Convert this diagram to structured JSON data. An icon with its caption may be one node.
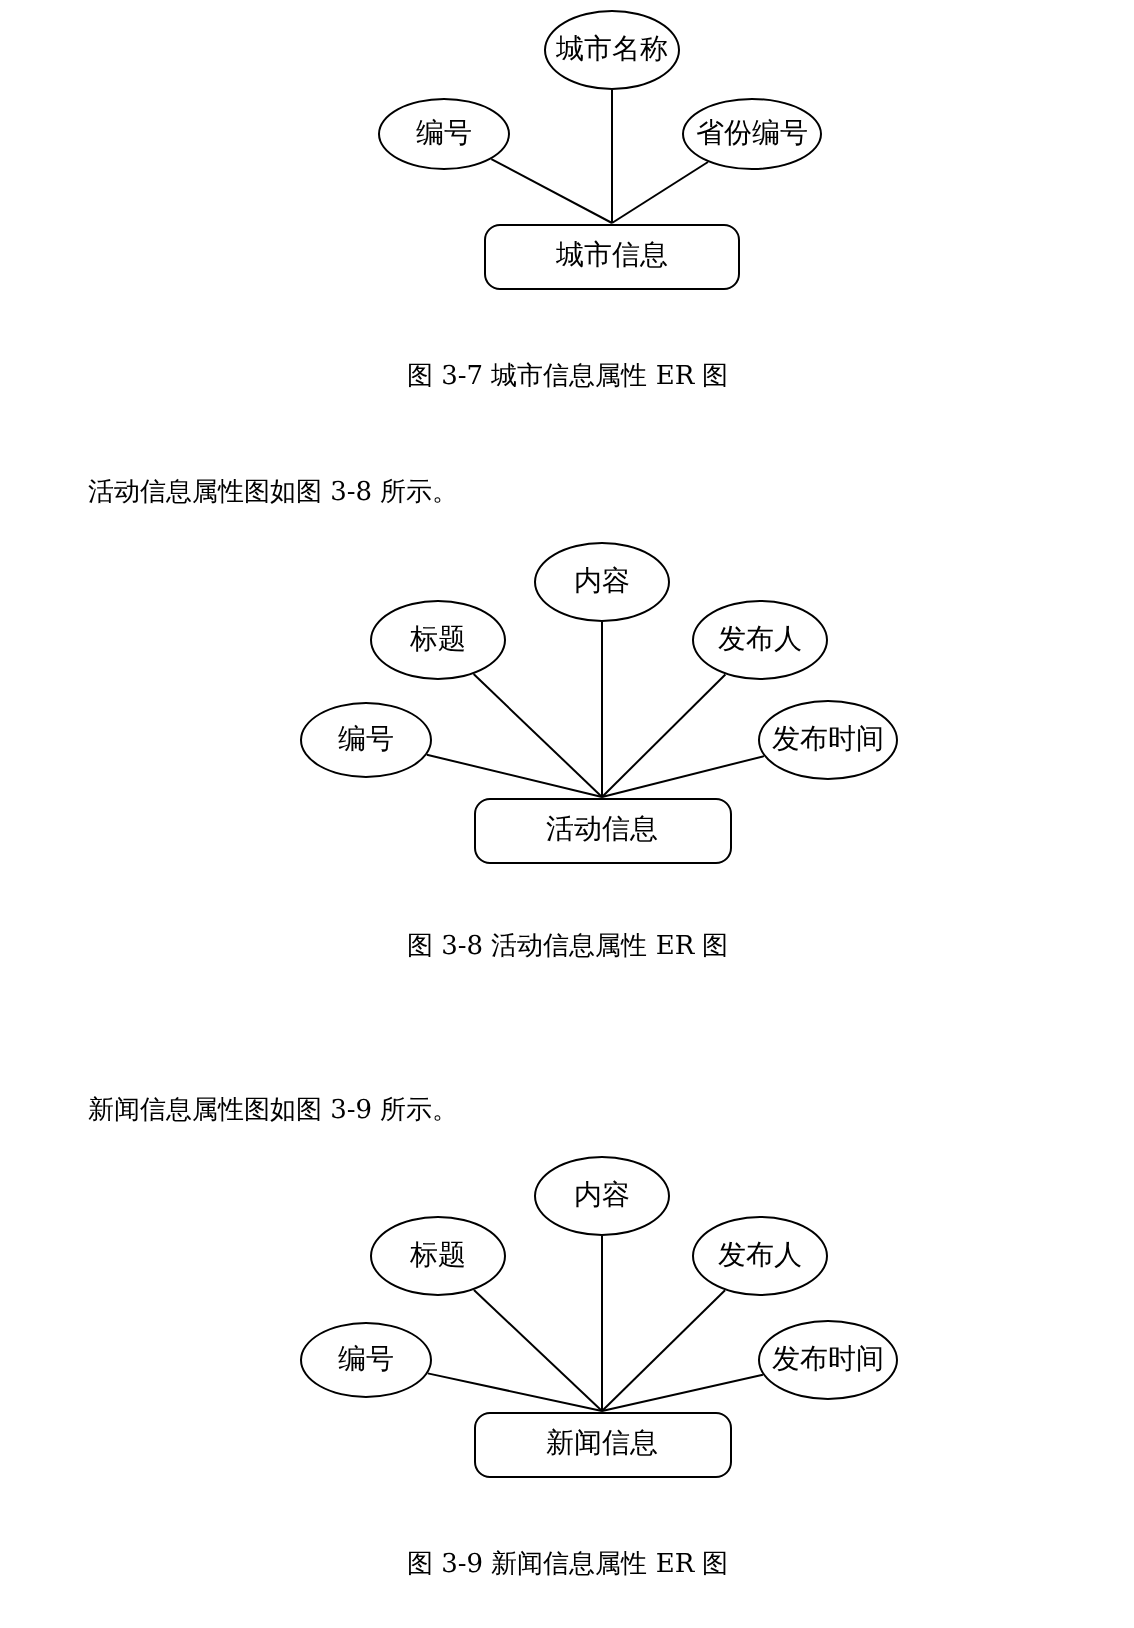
{
  "diagram": {
    "nodes": [
      {
        "text": [
          "城市名称"
        ]
      },
      {
        "text": [
          "编号"
        ]
      },
      {
        "text": [
          "省份编号"
        ]
      },
      {
        "text": [
          "城市信息"
        ]
      },
      {
        "text": [
          "内容"
        ]
      },
      {
        "text": [
          "标题"
        ]
      },
      {
        "text": [
          "发布人"
        ]
      },
      {
        "text": [
          "编号"
        ]
      },
      {
        "text": [
          "发布时间"
        ]
      },
      {
        "text": [
          "活动信息"
        ]
      },
      {
        "text": [
          "内容"
        ]
      },
      {
        "text": [
          "标题"
        ]
      },
      {
        "text": [
          "发布人"
        ]
      },
      {
        "text": [
          "编号"
        ]
      },
      {
        "text": [
          "发布时间"
        ]
      },
      {
        "text": [
          "新闻信息"
        ]
      }
    ],
    "edges": [
      {
        "from": 0,
        "to": 3,
        "arrow": "none"
      },
      {
        "from": 1,
        "to": 3,
        "arrow": "none"
      },
      {
        "from": 2,
        "to": 3,
        "arrow": "none"
      },
      {
        "from": 4,
        "to": 9,
        "arrow": "none"
      },
      {
        "from": 5,
        "to": 9,
        "arrow": "none"
      },
      {
        "from": 6,
        "to": 9,
        "arrow": "none"
      },
      {
        "from": 7,
        "to": 9,
        "arrow": "none"
      },
      {
        "from": 8,
        "to": 9,
        "arrow": "none"
      },
      {
        "from": 10,
        "to": 15,
        "arrow": "none"
      },
      {
        "from": 11,
        "to": 15,
        "arrow": "none"
      },
      {
        "from": 12,
        "to": 15,
        "arrow": "none"
      },
      {
        "from": 13,
        "to": 15,
        "arrow": "none"
      },
      {
        "from": 14,
        "to": 15,
        "arrow": "none"
      }
    ],
    "labels": [
      "图 3-7 城市信息属性 ER 图",
      "活动信息属性图如图 3-8 所示。",
      "图 3-8 活动信息属性 ER 图",
      "新闻信息属性图如图 3-9 所示。",
      "图 3-9 新闻信息属性 ER 图"
    ]
  }
}
